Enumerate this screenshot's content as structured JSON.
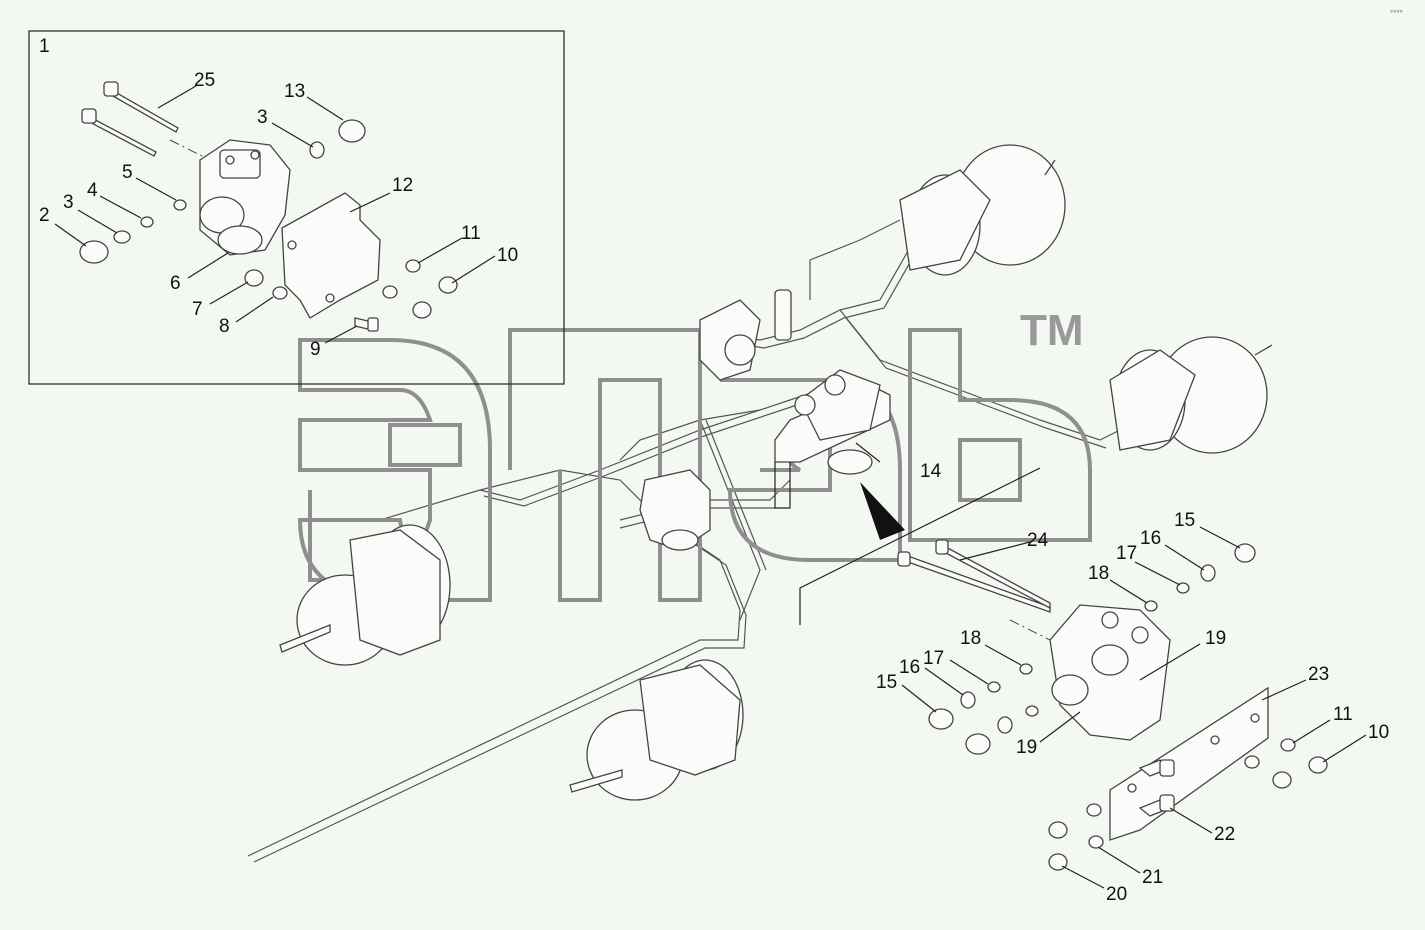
{
  "diagram": {
    "watermark": "элеb",
    "trademark": "TM",
    "corner_mark": "°°°°",
    "inset_label": "1",
    "callouts": [
      "25",
      "13",
      "3",
      "5",
      "12",
      "2",
      "3",
      "4",
      "11",
      "10",
      "6",
      "7",
      "8",
      "9",
      "14",
      "24",
      "15",
      "16",
      "17",
      "18",
      "18",
      "19",
      "16",
      "17",
      "15",
      "23",
      "11",
      "10",
      "19",
      "22",
      "21",
      "20"
    ]
  }
}
